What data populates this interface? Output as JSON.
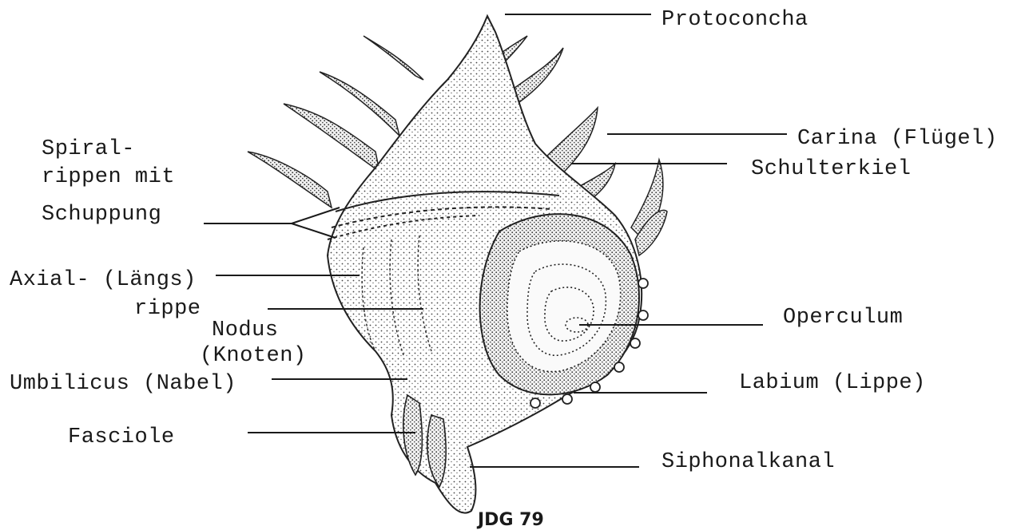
{
  "labels": {
    "protoconcha": "Protoconcha",
    "carina": "Carina (Flügel)",
    "spiral_1": "Spiral-",
    "spiral_2": "rippen mit",
    "schulterkiel": "Schulterkiel",
    "schuppung": "Schuppung",
    "axial_1": "Axial- (Längs)",
    "axial_2": "rippe",
    "operculum": "Operculum",
    "nodus_1": "Nodus",
    "nodus_2": "(Knoten)",
    "umbilicus": "Umbilicus (Nabel)",
    "labium": "Labium (Lippe)",
    "fasciole": "Fasciole",
    "siphonalkanal": "Siphonalkanal"
  },
  "signature": "JDG 79"
}
